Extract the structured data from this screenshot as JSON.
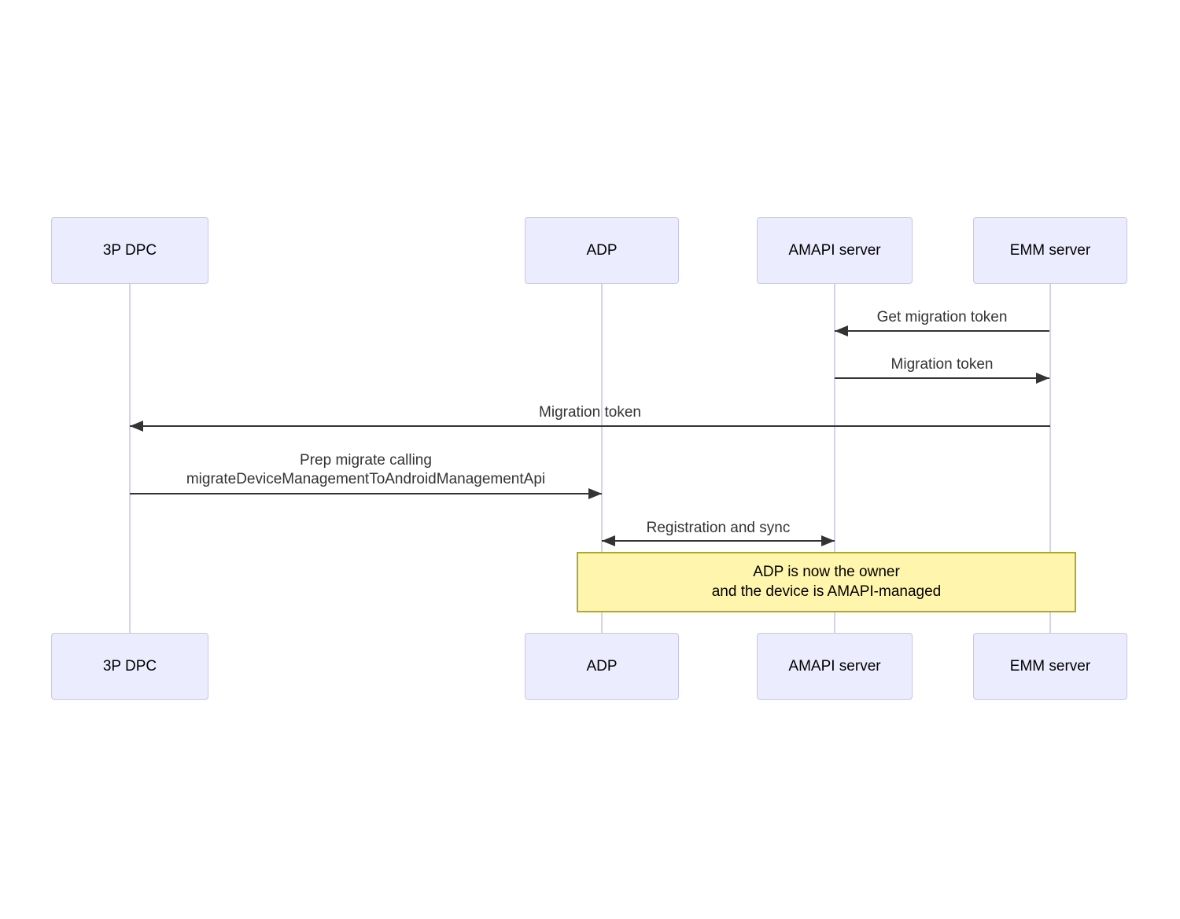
{
  "diagram": {
    "type": "sequence",
    "actors": [
      {
        "id": "3p-dpc",
        "label": "3P DPC"
      },
      {
        "id": "adp",
        "label": "ADP"
      },
      {
        "id": "amapi-server",
        "label": "AMAPI server"
      },
      {
        "id": "emm-server",
        "label": "EMM server"
      }
    ],
    "messages": [
      {
        "from": "EMM server",
        "to": "AMAPI server",
        "label": "Get migration token",
        "direction": "left"
      },
      {
        "from": "AMAPI server",
        "to": "EMM server",
        "label": "Migration token",
        "direction": "right"
      },
      {
        "from": "EMM server",
        "to": "3P DPC",
        "label": "Migration token",
        "direction": "left"
      },
      {
        "from": "3P DPC",
        "to": "ADP",
        "label_lines": [
          "Prep migrate calling",
          "migrateDeviceManagementToAndroidManagementApi"
        ],
        "direction": "right"
      },
      {
        "from": "ADP",
        "to": "AMAPI server",
        "label": "Registration and sync",
        "direction": "both"
      }
    ],
    "note": {
      "over": [
        "ADP",
        "EMM server"
      ],
      "lines": [
        "ADP is now the owner",
        "and the device is AMAPI-managed"
      ]
    },
    "colors": {
      "actor_fill": "#ECECFF",
      "actor_border": "#C9C3EE",
      "lifeline": "#D8D1EE",
      "msg": "#333333",
      "note_fill": "#FFF5AD",
      "note_border": "#AAAA33"
    }
  }
}
